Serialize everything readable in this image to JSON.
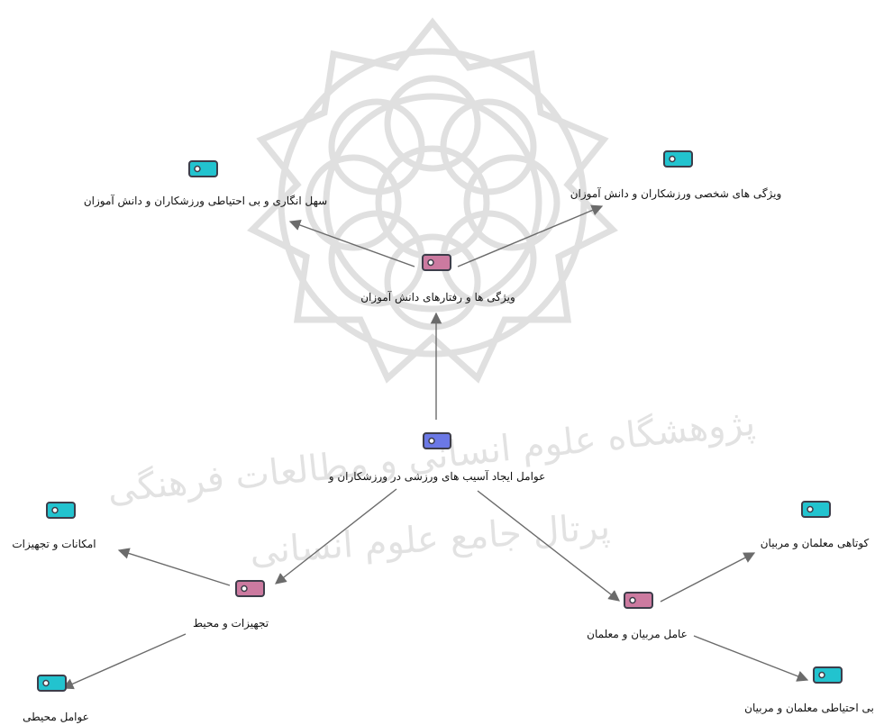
{
  "diagram": {
    "watermark": {
      "line1": "پژوهشگاه علوم انسانی و مطالعات فرهنگی",
      "line2": "پرتال جامع علوم انسانی"
    },
    "colors": {
      "edge": "#6b6b6b",
      "root_fill": "#6b78e6",
      "category_fill": "#cc7aa0",
      "leaf_fill": "#22c3cf",
      "icon_border": "#3d3d4a"
    },
    "icons": {
      "root": "code-tag-icon",
      "category": "code-tag-icon",
      "leaf": "code-tag-icon"
    },
    "nodes": {
      "root": "عوامل ایجاد آسیب های ورزشی در ورزشکاران و",
      "students": "ویژگی ها و رفتارهای دانش آموزان",
      "carelessness": "سهل انگاری و بی احتیاطی ورزشکاران و دانش آموزان",
      "personal_traits": "ویژگی های شخصی ورزشکاران و دانش آموزان",
      "equipment_env": "تجهیزات و محیط",
      "facilities": "امکانات و تجهیزات",
      "environmental": "عوامل محیطی",
      "coaches": "عامل مربیان و معلمان",
      "coach_shortcoming": "کوتاهی معلمان و مربیان",
      "coach_carelessness": "بی احتیاطی معلمان و مربیان"
    }
  }
}
